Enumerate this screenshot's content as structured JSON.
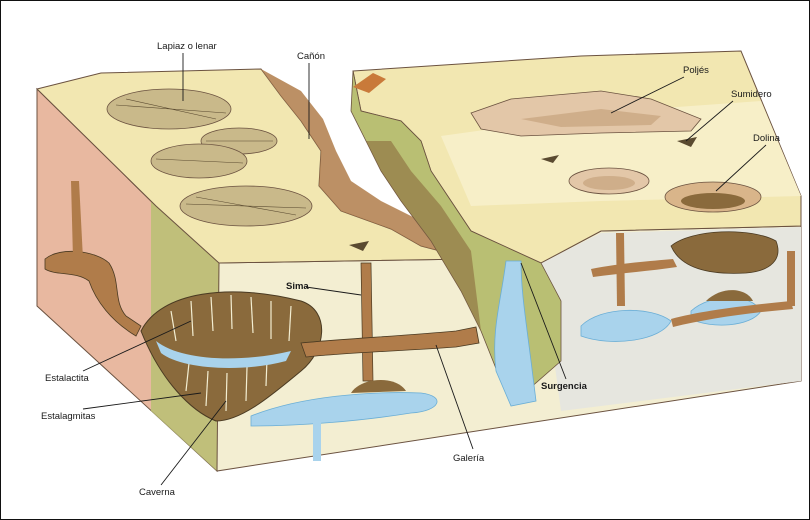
{
  "labels": {
    "lapiaz": "Lapiaz o lenar",
    "canon": "Cañón",
    "poljes": "Poljés",
    "sumidero": "Sumidero",
    "dolina": "Dolina",
    "sima": "Sima",
    "estalactitas": "Estalactita",
    "estalagmitas": "Estalagmitas",
    "caverna": "Caverna",
    "galeria": "Galería",
    "surgencia": "Surgencia"
  },
  "colors": {
    "plateau_top": "#f2e7b1",
    "plateau_light": "#f7efc8",
    "front_face": "#f3eed2",
    "left_face": "#e8b8a0",
    "olive_band": "#b9bf73",
    "cliff_shadow": "#b07c4a",
    "rock_brown": "#8a6a3c",
    "water": "#a9d3ec",
    "water_dark": "#6aaed6",
    "gray_block": "#e6e6df"
  }
}
